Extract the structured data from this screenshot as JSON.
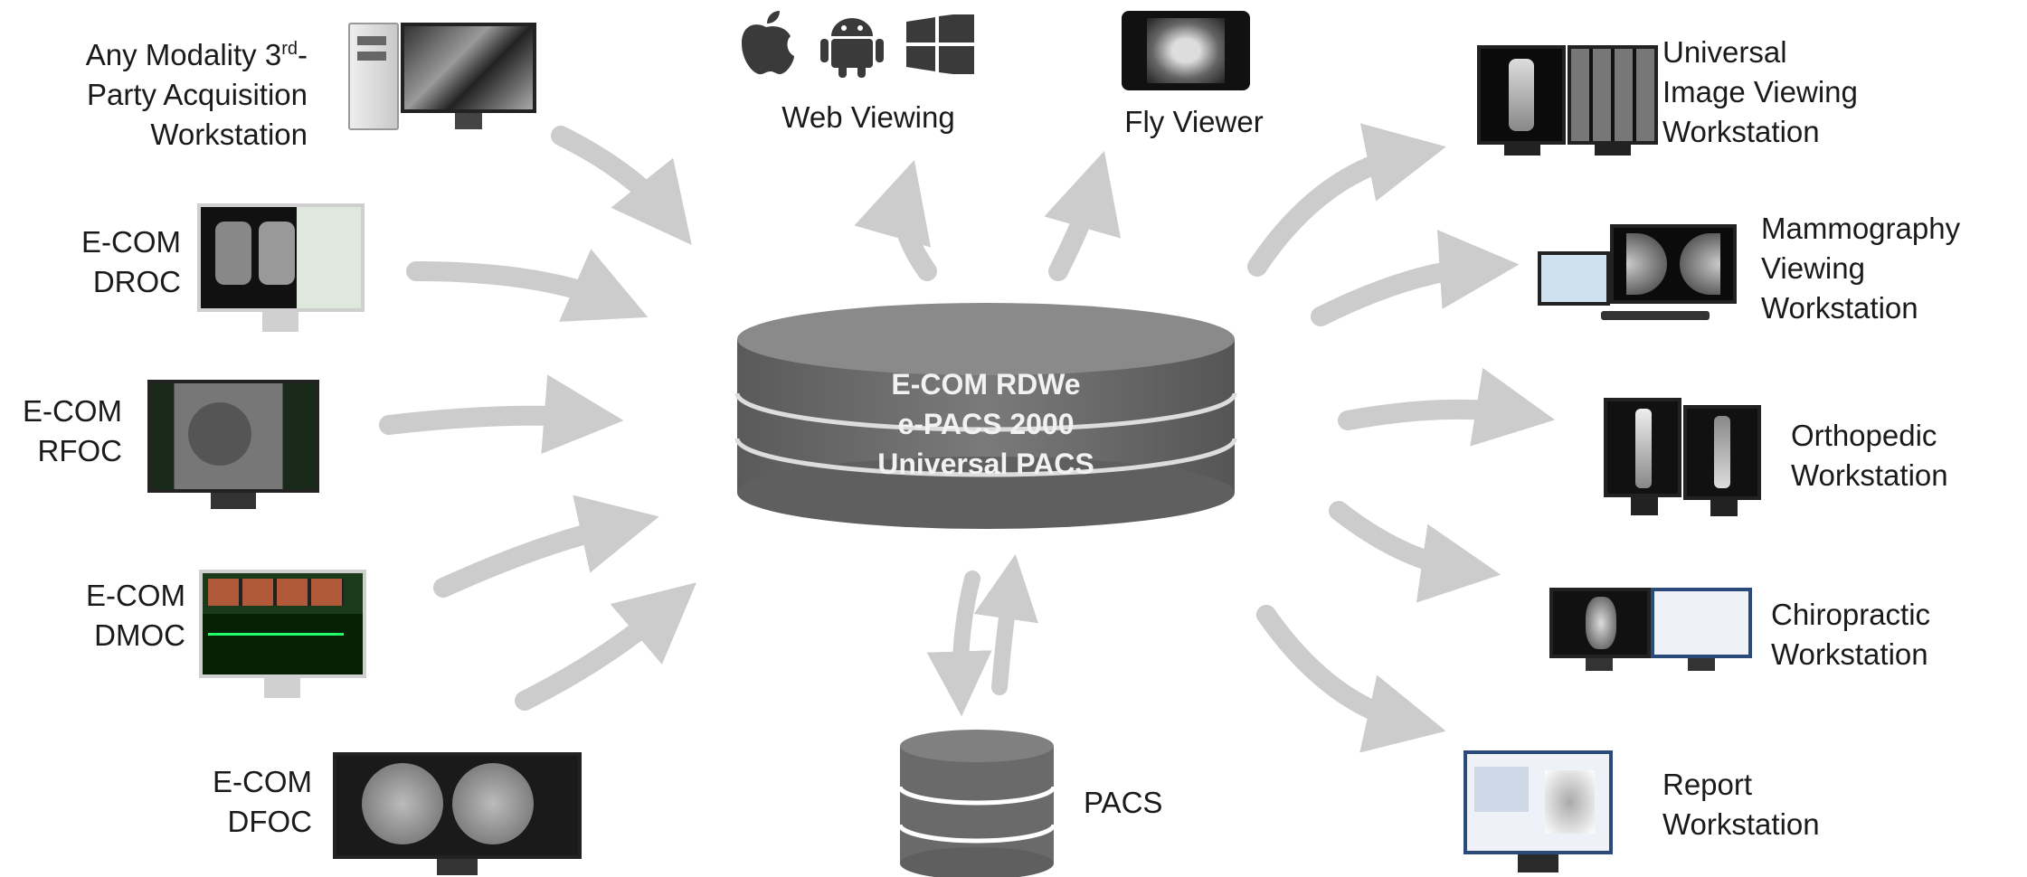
{
  "center": {
    "title_line1": "E-COM RDWe",
    "title_line2": "e-PACS 2000",
    "title_line3": "Universal PACS"
  },
  "inputs": [
    {
      "id": "acq",
      "lines": [
        "Any Modality 3rd-",
        "Party Acquisition",
        "Workstation"
      ]
    },
    {
      "id": "droc",
      "lines": [
        "E-COM",
        "DROC"
      ]
    },
    {
      "id": "rfoc",
      "lines": [
        "E-COM",
        "RFOC"
      ]
    },
    {
      "id": "dmoc",
      "lines": [
        "E-COM",
        "DMOC"
      ]
    },
    {
      "id": "dfoc",
      "lines": [
        "E-COM",
        "DFOC"
      ]
    }
  ],
  "top": {
    "web_viewing": "Web Viewing",
    "fly_viewer": "Fly Viewer",
    "platform_icons": [
      "apple-icon",
      "android-icon",
      "windows-icon"
    ]
  },
  "outputs": [
    {
      "id": "universal",
      "lines": [
        "Universal",
        "Image Viewing",
        "Workstation"
      ]
    },
    {
      "id": "mammo",
      "lines": [
        "Mammography",
        "Viewing",
        "Workstation"
      ]
    },
    {
      "id": "ortho",
      "lines": [
        "Orthopedic",
        "Workstation"
      ]
    },
    {
      "id": "chiro",
      "lines": [
        "Chiropractic",
        "Workstation"
      ]
    },
    {
      "id": "report",
      "lines": [
        "Report",
        "Workstation"
      ]
    }
  ],
  "pacs": {
    "label": "PACS"
  },
  "colors": {
    "arrow": "#cccccc",
    "cylinder": "#6e6e6e",
    "cylinder_top": "#8a8a8a",
    "text": "#1a1a1a"
  }
}
